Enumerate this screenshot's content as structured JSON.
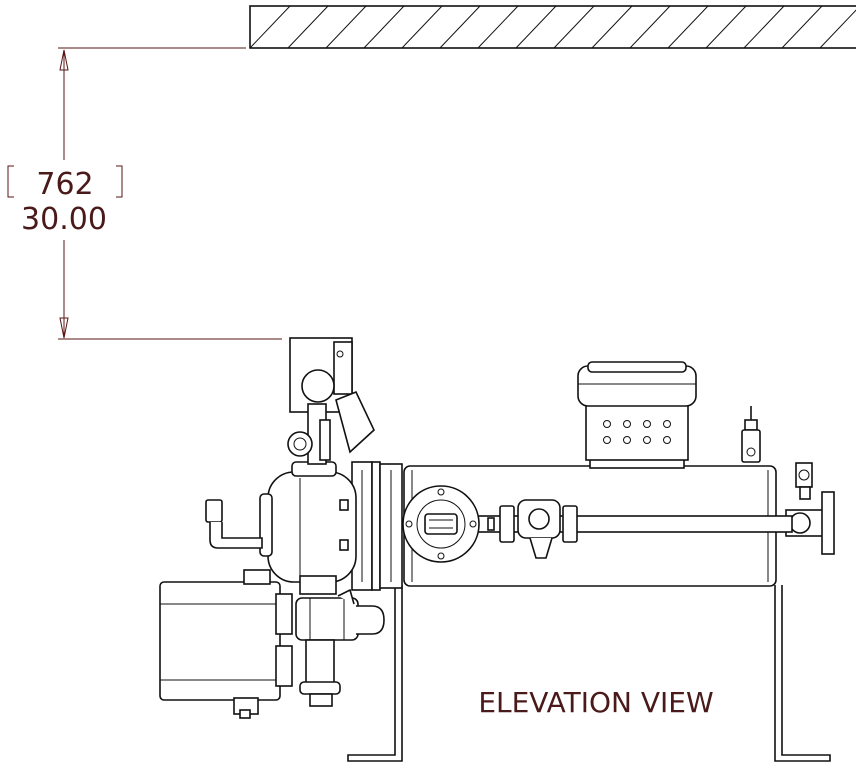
{
  "drawing": {
    "dimension": {
      "metric_value": "762",
      "imperial_value": "30.00"
    },
    "view_label": "ELEVATION VIEW"
  },
  "colors": {
    "dimension": "#5a1414",
    "linework": "#111111",
    "background": "#ffffff"
  }
}
